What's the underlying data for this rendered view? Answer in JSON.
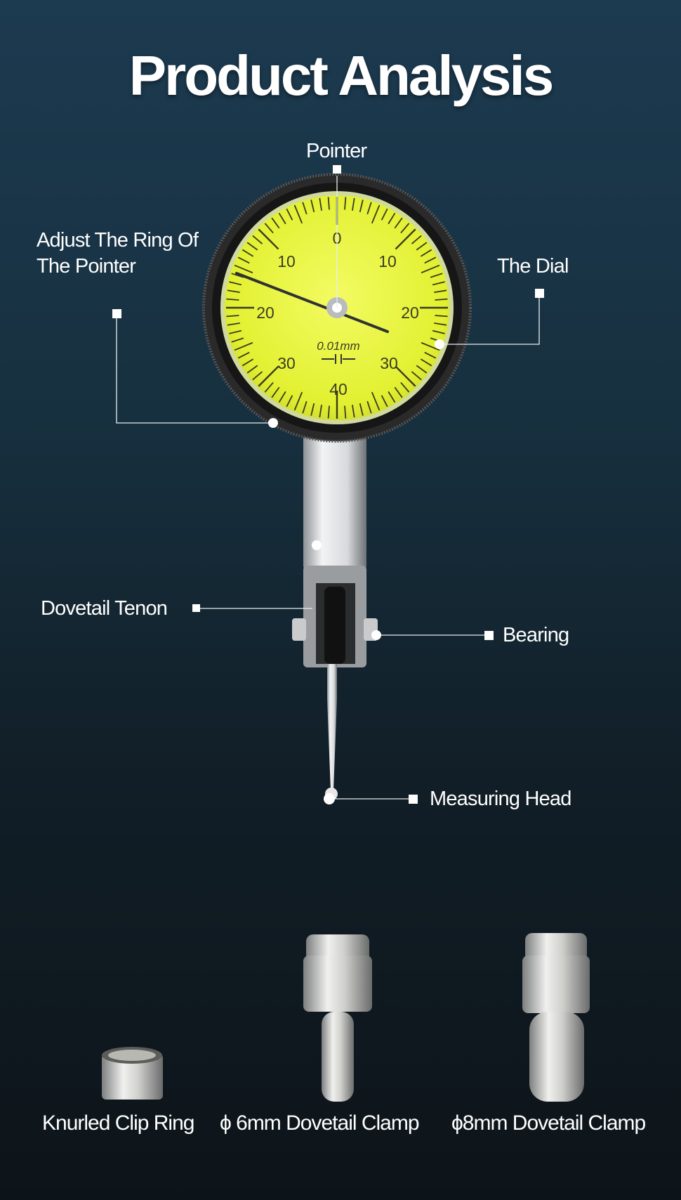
{
  "title": "Product Analysis",
  "callouts": {
    "pointer": "Pointer",
    "adjust_ring_line1": "Adjust The Ring Of",
    "adjust_ring_line2": "The Pointer",
    "dial": "The Dial",
    "dovetail_tenon": "Dovetail Tenon",
    "bearing": "Bearing",
    "measuring_head": "Measuring Head"
  },
  "dial_face": {
    "numbers_left": [
      "10",
      "20",
      "30"
    ],
    "numbers_right": [
      "10",
      "20",
      "30"
    ],
    "top": "0",
    "bottom": "40",
    "unit": "0.01mm",
    "face_color": "#e6f23a"
  },
  "accessories": [
    {
      "label": "Knurled Clip Ring"
    },
    {
      "label": "ϕ 6mm Dovetail Clamp"
    },
    {
      "label": "ϕ8mm Dovetail Clamp"
    }
  ]
}
